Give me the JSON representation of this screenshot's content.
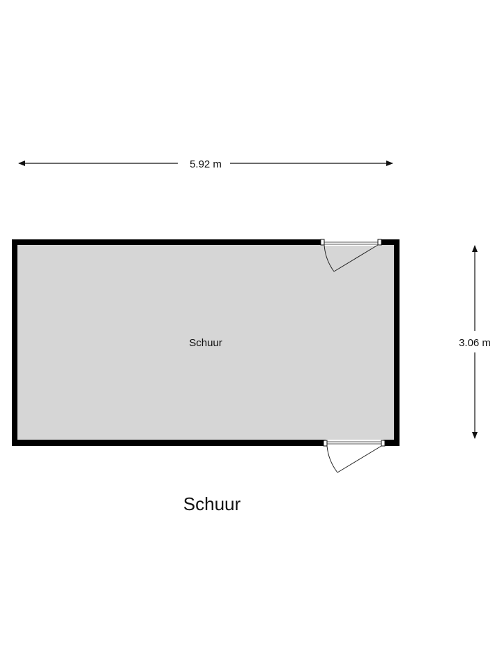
{
  "plan": {
    "title": "Schuur",
    "room": {
      "label": "Schuur"
    },
    "dimensions": {
      "width_label": "5.92 m",
      "height_label": "3.06 m"
    },
    "colors": {
      "wall": "#000000",
      "floor": "#d6d6d6",
      "dimension_line": "#111111",
      "door": "#222222"
    },
    "icons": {
      "door_top": "door-swing-icon",
      "door_bottom": "door-swing-icon"
    }
  }
}
